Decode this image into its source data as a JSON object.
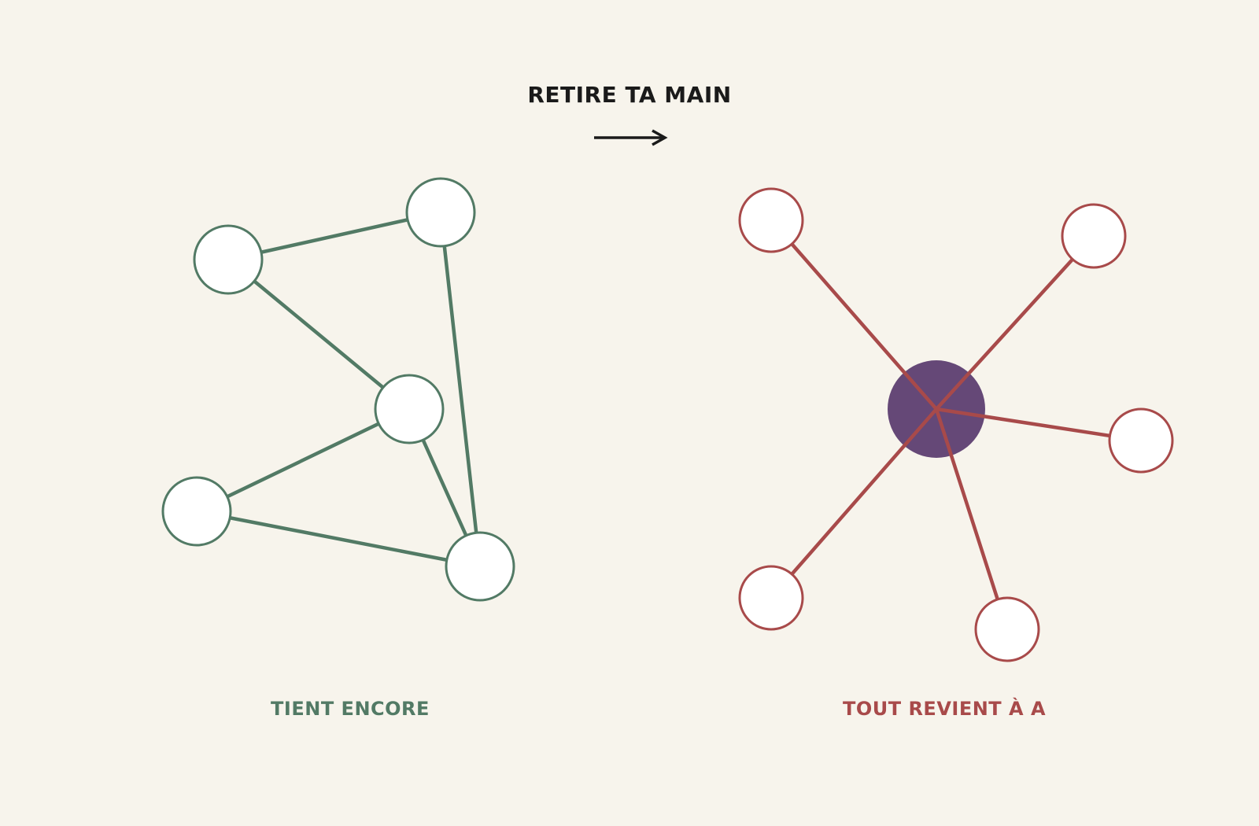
{
  "header": {
    "title": "RETIRE TA MAIN"
  },
  "left_panel": {
    "caption": "TIENT ENCORE"
  },
  "right_panel": {
    "caption": "TOUT REVIENT À A"
  },
  "colors": {
    "background": "#f7f4ec",
    "text": "#1a1a1a",
    "distributed": "#527a65",
    "centralized": "#a84a4a",
    "hub": "#654877",
    "node_fill": "#ffffff"
  },
  "icons": {
    "arrow": "right-arrow-icon"
  }
}
